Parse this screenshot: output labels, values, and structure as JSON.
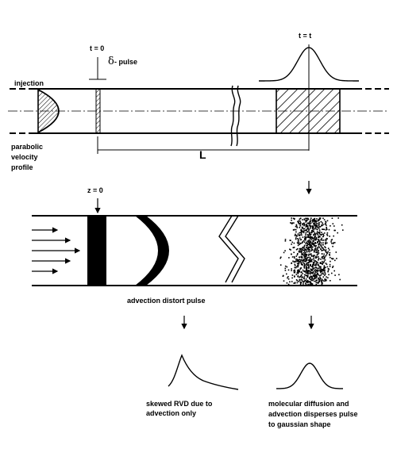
{
  "top_panel": {
    "time_start_label": "t = 0",
    "delta_symbol": "δ",
    "pulse_label": "- pulse",
    "time_end_label": "t = t",
    "injection_label": "injection",
    "profile_label_line1": "parabolic",
    "profile_label_line2": "velocity",
    "profile_label_line3": "profile",
    "length_label": "L"
  },
  "bottom_panel": {
    "z_label": "z = 0",
    "advection_caption": "advection distort pulse",
    "skewed_line1": "skewed RVD due to",
    "skewed_line2": "advection only",
    "gaussian_line1": "molecular diffusion and",
    "gaussian_line2": "advection disperses pulse",
    "gaussian_line3": "to gaussian shape"
  }
}
